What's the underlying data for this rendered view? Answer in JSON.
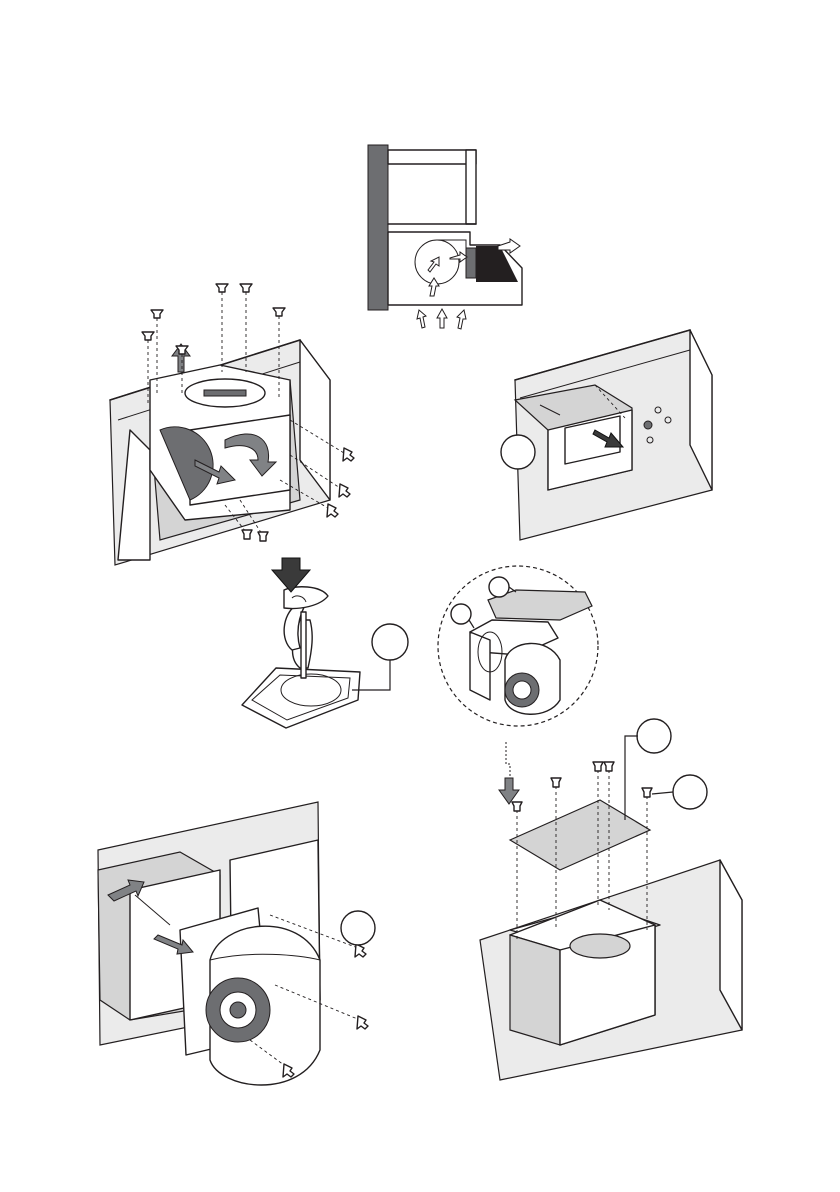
{
  "figure": {
    "panels": [
      "airflow-section",
      "remove-blower-housing",
      "remove-damper",
      "knock-out-plate",
      "plate-detail",
      "install-blower-side",
      "install-plate-top"
    ]
  }
}
